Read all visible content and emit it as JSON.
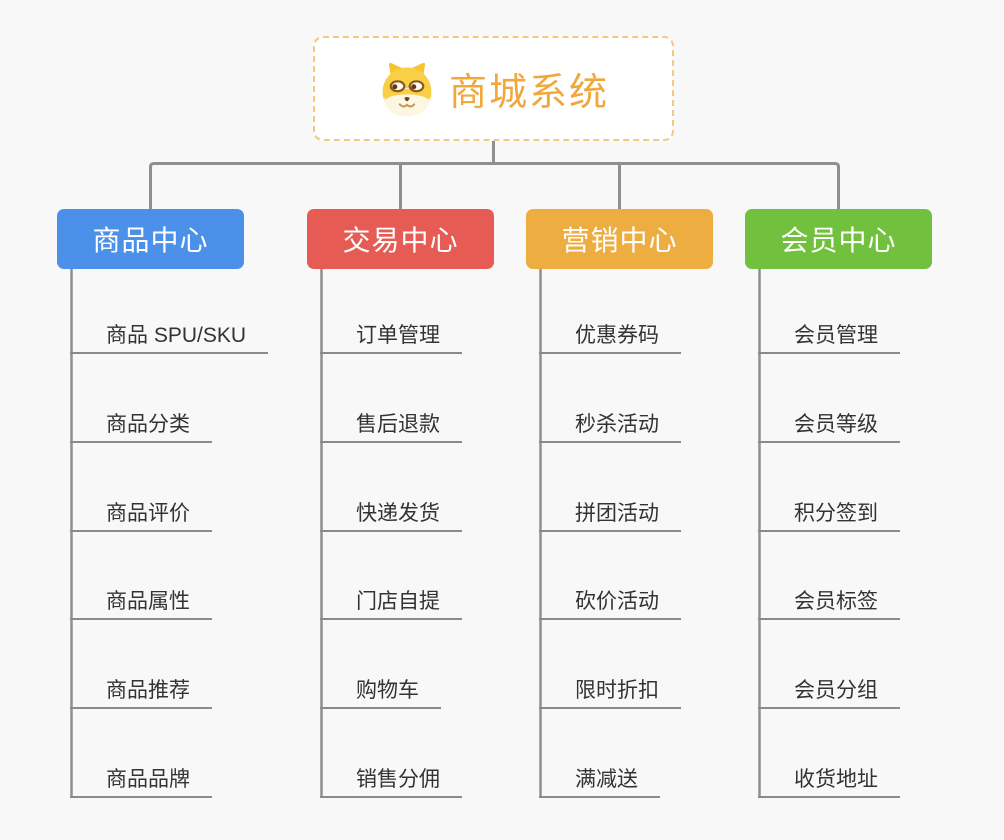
{
  "root": {
    "title": "商城系统",
    "icon": "shiba-dog-icon",
    "text_color": "#f0a83c",
    "border_color": "#f4c87e"
  },
  "connector_color": "#8f8f8f",
  "branches": [
    {
      "label": "商品中心",
      "color": "#4b91ea",
      "items": [
        "商品 SPU/SKU",
        "商品分类",
        "商品评价",
        "商品属性",
        "商品推荐",
        "商品品牌"
      ]
    },
    {
      "label": "交易中心",
      "color": "#e65c54",
      "items": [
        "订单管理",
        "售后退款",
        "快递发货",
        "门店自提",
        "购物车",
        "销售分佣"
      ]
    },
    {
      "label": "营销中心",
      "color": "#eead40",
      "items": [
        "优惠券码",
        "秒杀活动",
        "拼团活动",
        "砍价活动",
        "限时折扣",
        "满减送"
      ]
    },
    {
      "label": "会员中心",
      "color": "#71c13e",
      "items": [
        "会员管理",
        "会员等级",
        "积分签到",
        "会员标签",
        "会员分组",
        "收货地址"
      ]
    }
  ]
}
